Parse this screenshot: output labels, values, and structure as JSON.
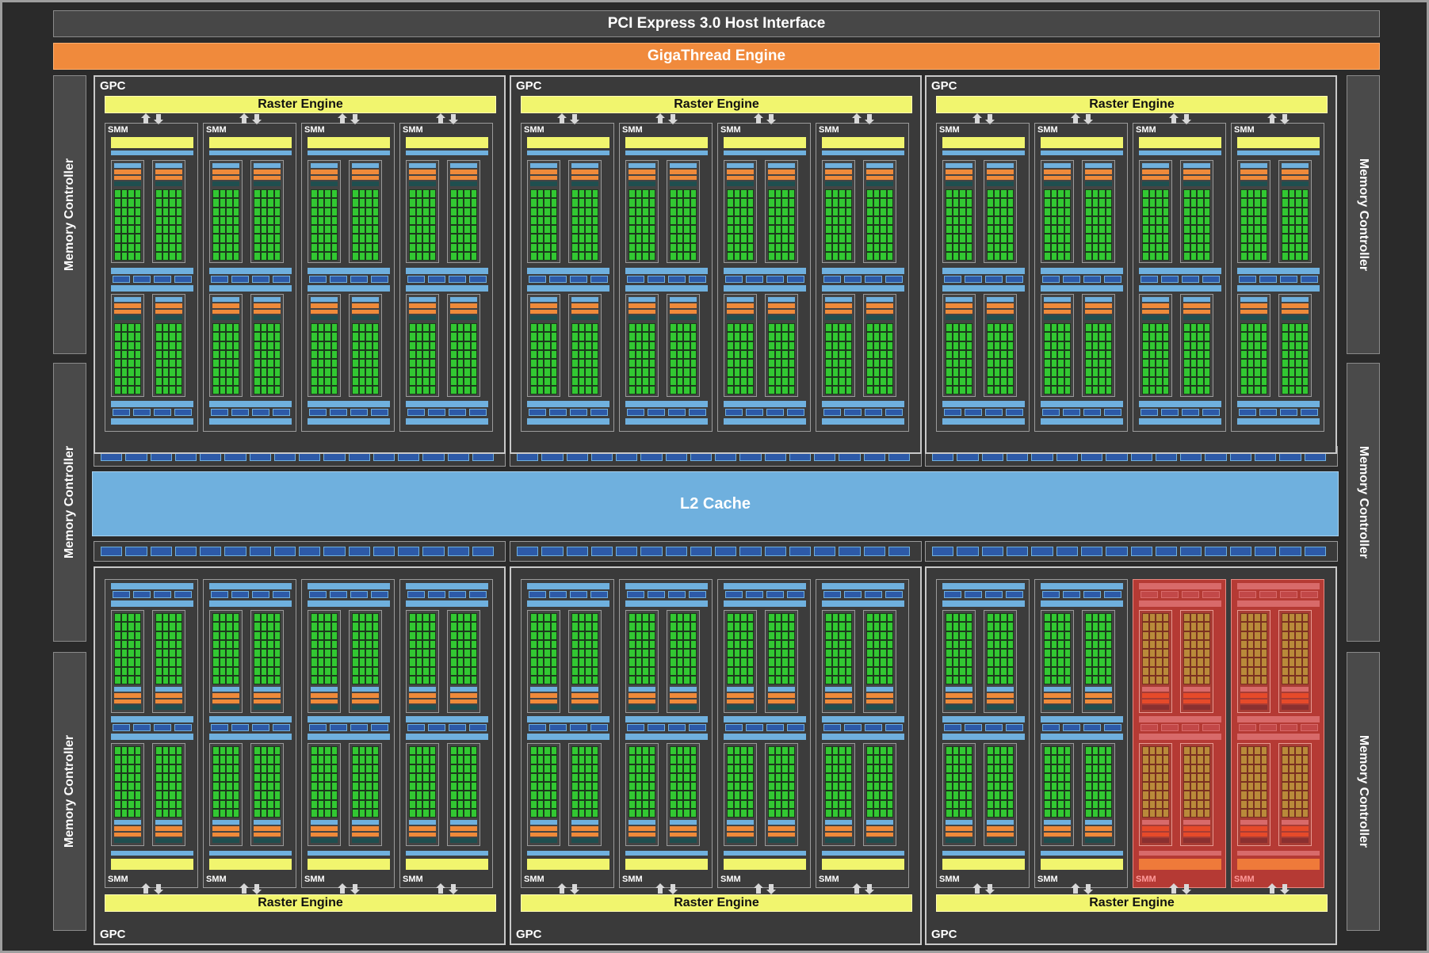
{
  "host_interface": "PCI Express 3.0 Host Interface",
  "scheduler": "GigaThread Engine",
  "l2_cache": "L2 Cache",
  "memory_controller_label": "Memory Controller",
  "gpc_label": "GPC",
  "raster_engine_label": "Raster Engine",
  "smm_label": "SMM",
  "gpcs": [
    {
      "id": "top-1",
      "row": "top",
      "smm_disabled": [
        false,
        false,
        false,
        false
      ]
    },
    {
      "id": "top-2",
      "row": "top",
      "smm_disabled": [
        false,
        false,
        false,
        false
      ]
    },
    {
      "id": "top-3",
      "row": "top",
      "smm_disabled": [
        false,
        false,
        false,
        false
      ]
    },
    {
      "id": "bottom-1",
      "row": "bottom",
      "smm_disabled": [
        false,
        false,
        false,
        false
      ]
    },
    {
      "id": "bottom-2",
      "row": "bottom",
      "smm_disabled": [
        false,
        false,
        false,
        false
      ]
    },
    {
      "id": "bottom-3",
      "row": "bottom",
      "smm_disabled": [
        false,
        false,
        true,
        true
      ]
    }
  ],
  "colors": {
    "frame": "#2a2a2a",
    "giga": "#f08a3c",
    "raster": "#f1f56e",
    "l2": "#6fb0de",
    "core": "#32c832",
    "orange_unit": "#ef8a3a",
    "blue_unit": "#6fb0de",
    "dark_blue_unit": "#2d5aa8",
    "disabled": "#b53a34"
  }
}
